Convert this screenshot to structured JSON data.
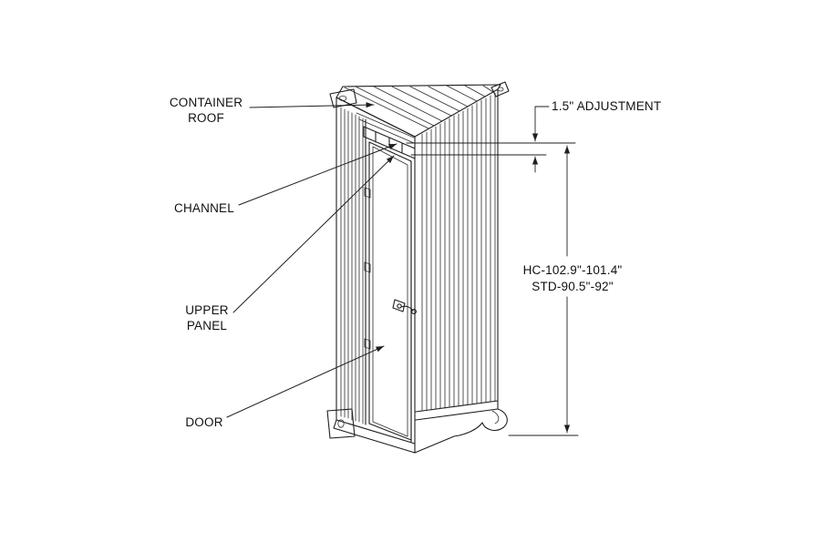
{
  "colors": {
    "background": "#ffffff",
    "line": "#1f1f1f",
    "text": "#111111"
  },
  "diagram": {
    "labels": {
      "container_roof_line1": "CONTAINER",
      "container_roof_line2": "ROOF",
      "channel": "CHANNEL",
      "upper_panel_line1": "UPPER",
      "upper_panel_line2": "PANEL",
      "door": "DOOR"
    },
    "dimensions": {
      "adjustment": "1.5\" ADJUSTMENT",
      "height_line1": "HC-102.9\"-101.4\"",
      "height_line2": "STD-90.5\"-92\""
    }
  }
}
